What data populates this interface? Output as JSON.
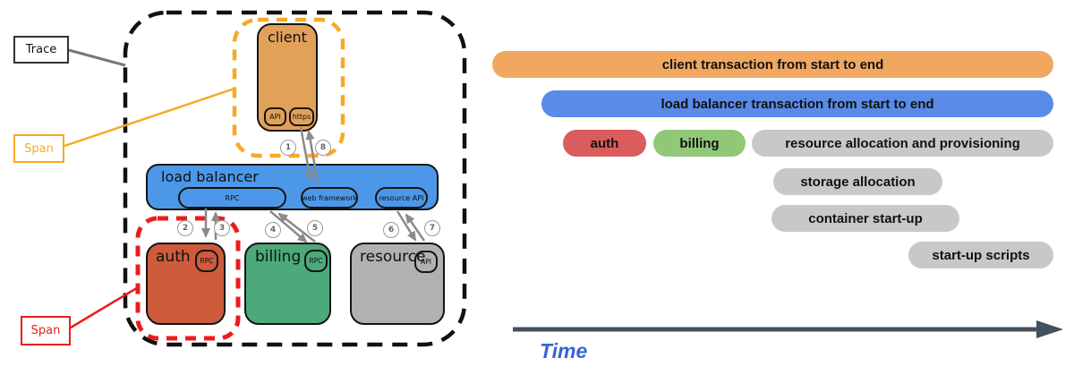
{
  "legend": {
    "trace": "Trace",
    "span_top": "Span",
    "span_bottom": "Span"
  },
  "diagram": {
    "client": {
      "title": "client",
      "endpoints": [
        "API",
        "https"
      ]
    },
    "load_balancer": {
      "title": "load balancer",
      "endpoints": [
        "RPC",
        "web framework",
        "resource API"
      ]
    },
    "auth": {
      "title": "auth",
      "endpoints": [
        "RPC"
      ]
    },
    "billing": {
      "title": "billing",
      "endpoints": [
        "RPC"
      ]
    },
    "resource": {
      "title": "resource",
      "endpoints": [
        "API"
      ]
    },
    "call_sequence": [
      "1",
      "8",
      "2",
      "3",
      "4",
      "5",
      "6",
      "7"
    ]
  },
  "timeline": {
    "bars": [
      {
        "label": "client transaction from start to end",
        "color": "#F2A761"
      },
      {
        "label": "load balancer transaction from start to end",
        "color": "#5B8BE8"
      },
      {
        "label": "auth",
        "color": "#DA5C5C"
      },
      {
        "label": "billing",
        "color": "#90C878"
      },
      {
        "label": "resource allocation and provisioning",
        "color": "#C8C8C8"
      },
      {
        "label": "storage allocation",
        "color": "#C8C8C8"
      },
      {
        "label": "container start-up",
        "color": "#C8C8C8"
      },
      {
        "label": "start-up scripts",
        "color": "#C8C8C8"
      }
    ],
    "axis_label": "Time"
  },
  "colors": {
    "client_box": "#E2A159",
    "load_balancer_box": "#4D97E8",
    "auth_box": "#CD5B3C",
    "billing_box": "#4BA97A",
    "resource_box": "#B1B1B1",
    "trace_dash": "#111111",
    "span_dash_orange": "#F9A825",
    "span_dash_red": "#EC1C1C",
    "trace_text": "#111111",
    "span_text_orange": "#F9A825",
    "span_text_red": "#EC1C1C",
    "wire": "#8a8a8a",
    "time_axis": "#43505E",
    "time_text": "#3565D6"
  }
}
